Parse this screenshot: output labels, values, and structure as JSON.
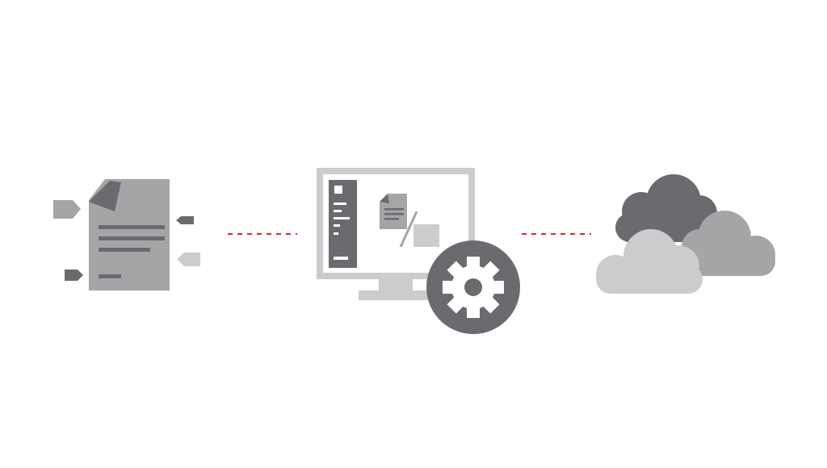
{
  "diagram": {
    "nodes": [
      {
        "id": "document",
        "icon": "tagged-document-icon"
      },
      {
        "id": "processing",
        "icon": "monitor-gear-icon"
      },
      {
        "id": "cloud",
        "icon": "cloud-cluster-icon"
      }
    ],
    "connectors": [
      {
        "from": "document",
        "to": "processing",
        "style": "dashed"
      },
      {
        "from": "processing",
        "to": "cloud",
        "style": "dashed"
      }
    ]
  },
  "colors": {
    "background": "#ffffff",
    "dark_gray": "#6a6b6e",
    "mid_gray": "#a4a5a7",
    "light_gray": "#cbcccd",
    "connector_red": "#d62b2b"
  }
}
